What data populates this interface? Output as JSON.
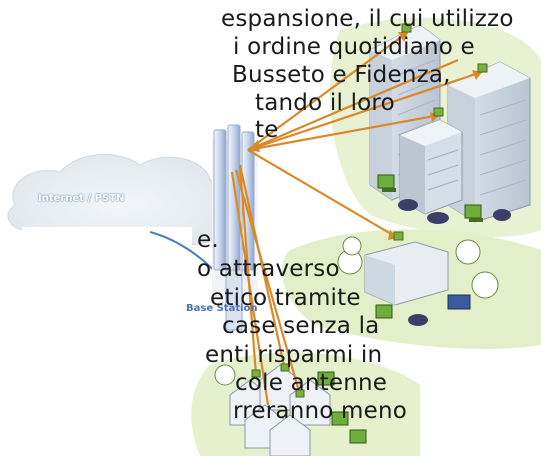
{
  "article_lines": [
    "espansione, il cui utilizzo",
    "i ordine quotidiano e",
    "Busseto e Fidenza,",
    "tando il loro",
    "te",
    "e.",
    "o attraverso",
    "etico tramite",
    "case senza la",
    "enti risparmi in",
    "cole antenne",
    "rreranno meno"
  ],
  "diagram": {
    "cloud_label": "Internet / PSTN",
    "base_station_label": "Base Station"
  },
  "colors": {
    "link_arrow": "#d9892a",
    "cable": "#4a7fc0",
    "ground_green": "#e3efc8",
    "label_blue": "#4a74b4"
  }
}
